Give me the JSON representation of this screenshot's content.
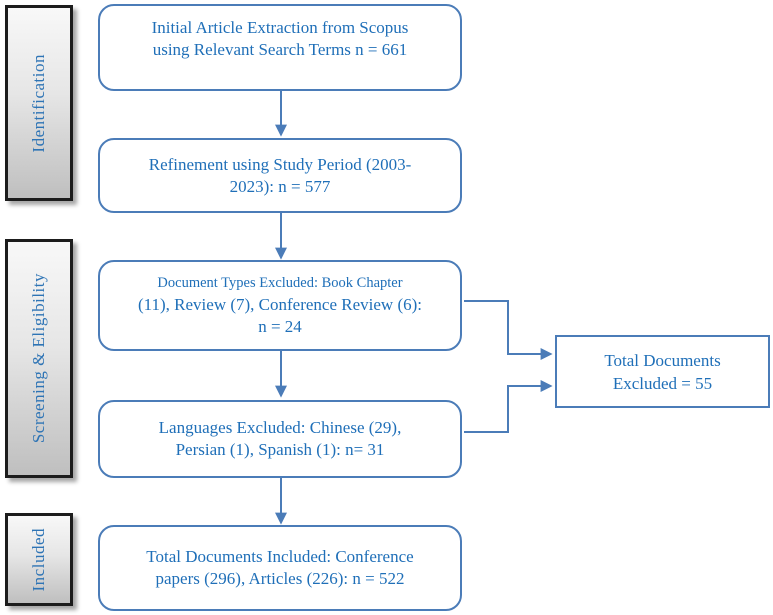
{
  "diagram_type": "prisma-style-flowchart",
  "colors": {
    "connector_blue": "#4b7cb8",
    "box_border_blue": "#4b7cb8",
    "box_text_blue": "#1f6fb8",
    "stage_text_blue": "#2e74b5",
    "stage_border": "#1c1c1c",
    "stage_gradient_top": "#f8f8f8",
    "stage_gradient_bottom": "#bfbfbf",
    "background": "#ffffff"
  },
  "sidebar": {
    "stages": [
      {
        "label": "Identification"
      },
      {
        "label": "Screening & Eligibility"
      },
      {
        "label": "Included"
      }
    ]
  },
  "flow": {
    "boxes": [
      {
        "name": "initial-extraction",
        "lines": [
          "Initial Article Extraction from Scopus",
          "using Relevant Search Terms n = 661"
        ]
      },
      {
        "name": "refinement-study-period",
        "lines": [
          "Refinement using Study Period (2003-",
          "2023): n = 577"
        ]
      },
      {
        "name": "document-types-excluded",
        "lines": [
          "Document Types Excluded: Book Chapter",
          "(11), Review (7), Conference Review (6):",
          "n = 24"
        ]
      },
      {
        "name": "languages-excluded",
        "lines": [
          "Languages Excluded: Chinese (29),",
          "Persian (1), Spanish (1): n= 31"
        ]
      },
      {
        "name": "total-included",
        "lines": [
          "Total Documents Included: Conference",
          "papers (296), Articles (226): n = 522"
        ]
      }
    ],
    "excluded_box": {
      "lines": [
        "Total Documents",
        "Excluded = 55"
      ]
    }
  }
}
